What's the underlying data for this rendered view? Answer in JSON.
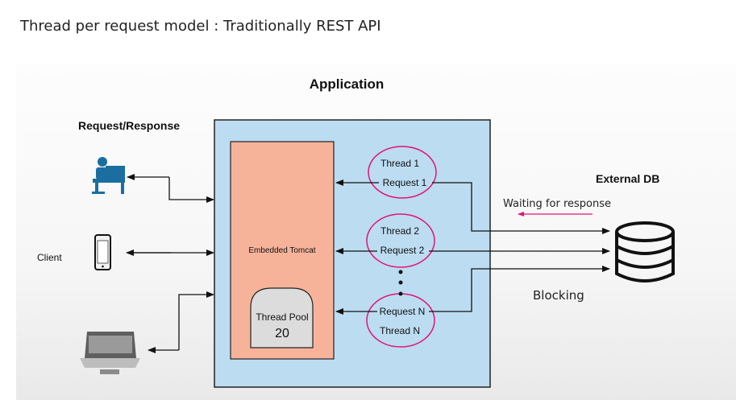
{
  "page_title": "Thread per request model : Traditionally REST API",
  "diagram": {
    "application_label": "Application",
    "request_response_label": "Request/Response",
    "client_label": "Client",
    "external_db_label": "External DB",
    "embedded_tomcat_label": "Embedded Tomcat",
    "thread_pool": {
      "label": "Thread Pool",
      "size": "20"
    },
    "threads": [
      {
        "thread": "Thread 1",
        "request": "Request 1"
      },
      {
        "thread": "Thread 2",
        "request": "Request 2"
      },
      {
        "thread": "Thread N",
        "request": "Request N"
      }
    ],
    "annotations": {
      "waiting": "Waiting for response",
      "blocking": "Blocking"
    },
    "colors": {
      "application_box": "#bcdcf1",
      "tomcat_box": "#f6b39a",
      "thread_pool_box": "#dcdcdc",
      "thread_ellipse": "#e0157a",
      "annotation_arrow": "#e0157a",
      "client_icon": "#1a6fa0"
    }
  }
}
